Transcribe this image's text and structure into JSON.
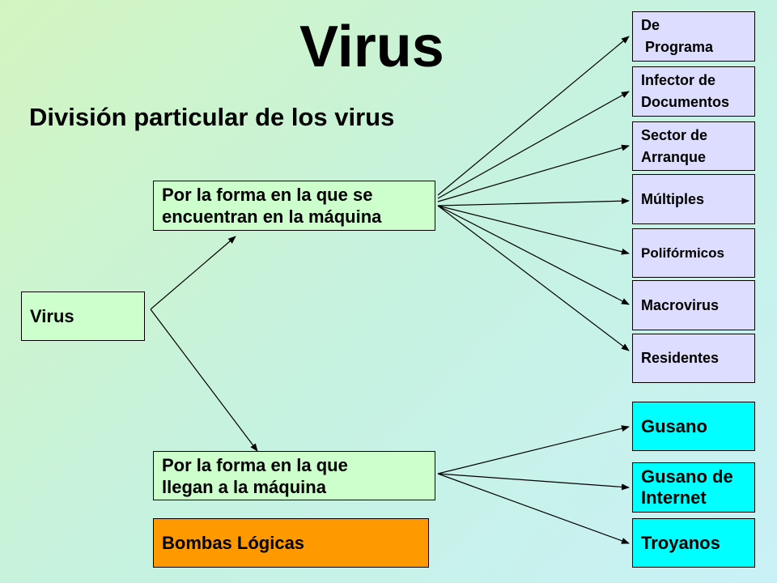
{
  "title": "Virus",
  "subtitle": "División particular de los virus",
  "root": {
    "label": "Virus"
  },
  "branches": [
    {
      "label": "Por la forma en la que se\nencuentran en la máquina"
    },
    {
      "label": "Por la forma en la que\nllegan a la máquina"
    }
  ],
  "extra": {
    "label": "Bombas Lógicas"
  },
  "leaves_group1": [
    {
      "label": "De\n Programa"
    },
    {
      "label": "Infector de\nDocumentos"
    },
    {
      "label": "Sector de\nArranque"
    },
    {
      "label": "Múltiples"
    },
    {
      "label": "Polifórmicos"
    },
    {
      "label": "Macrovirus"
    },
    {
      "label": "Residentes"
    }
  ],
  "leaves_group2": [
    {
      "label": "Gusano"
    },
    {
      "label": "Gusano de\nInternet"
    },
    {
      "label": "Troyanos"
    }
  ],
  "colors": {
    "node_green": "#ccffcc",
    "leaf_lavender": "#ddddff",
    "leaf_cyan": "#00ffff",
    "extra_orange": "#ff9900"
  }
}
